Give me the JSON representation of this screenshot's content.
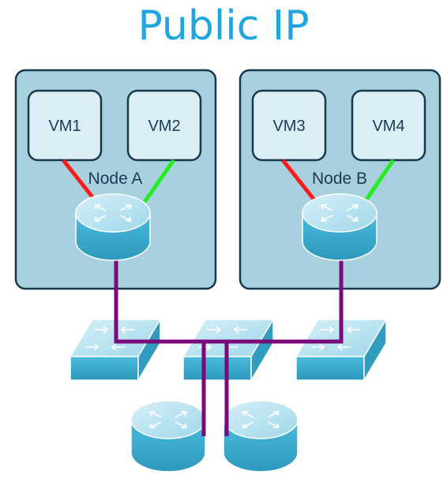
{
  "title": "Public IP",
  "nodes": [
    {
      "label": "Node A",
      "vms": [
        "VM1",
        "VM2"
      ]
    },
    {
      "label": "Node B",
      "vms": [
        "VM3",
        "VM4"
      ]
    }
  ],
  "colors": {
    "title": "#1fa6e0",
    "node_fill": "#a9d0df",
    "vm_fill": "#dbeef6",
    "border": "#16384f",
    "red_link": "#ff1a1a",
    "green_link": "#22ee22",
    "purple_link": "#7a0a7a",
    "device_top": "#aee0ef",
    "device_side": "#3fb1d3"
  },
  "icons": {
    "router": "router-icon",
    "switch": "switch-icon"
  }
}
